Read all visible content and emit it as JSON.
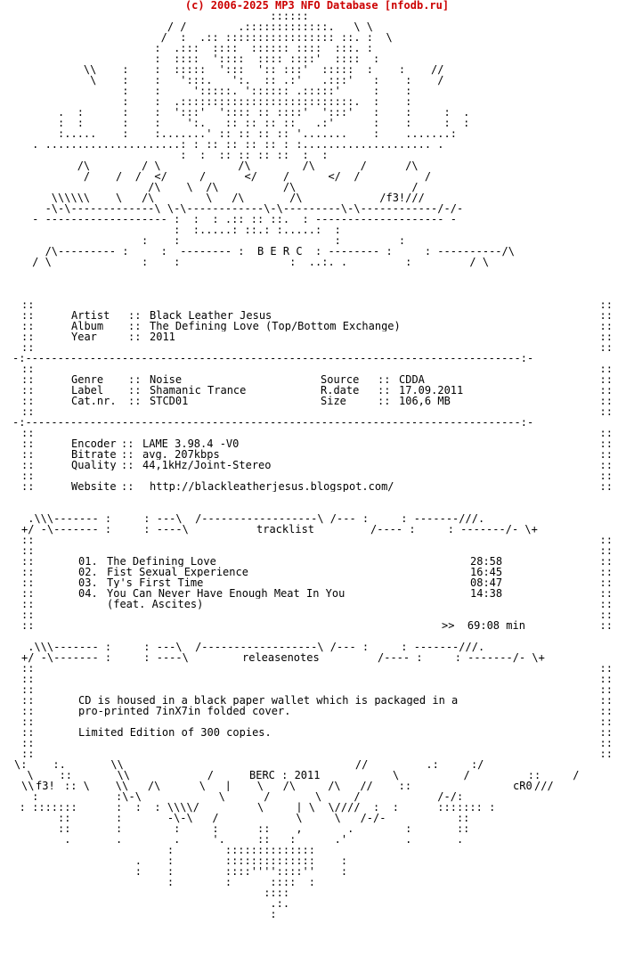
{
  "header": {
    "credit": "(c) 2006-2025 MP3 NFO Database [nfodb.ru]"
  },
  "ascii_art": [
    "",
    "                     _ ______ _           ::::::        _ ______ _",
    "                       ___/ /       _.:::::::::::::._  \\ \\___",
    "                         /  :  .:: ::::::::::::::::: ::. :  \\",
    "                        :  .:::  ::::  :::::: ::::  :::. :",
    "           _ ______     :  ::::  '::::  :::: ::::'  ::::  :     ______ _",
    "             \\\\    :    :  :::::  ':::  ':: :::'  :::::  :    :    //",
    "              \\    :    :   ':::.   ':.  :: .:'   .:::'   :    :    /",
    "                   :    :     ':::::. ':::::: .:::::'     :    :",
    "                   :    :  .:::::::::::::::::::::::::::.  :    :",
    "         .  :      :    :  ':::'  ':::: :: ::::'  ':::'   :    :     :  .",
    "         :  :      :    :    ':.   :: :: :: ::   .:'      :    :     :  :",
    "         :.....    :    :.......' :: :: :: :: '.......    :    .......:",
    "     . .....................: : :: :: :: :: : :.................... .",
    "                            :  :  :: :: :: ::  :  :",
    "       _ ___/\\ __    _/ \\ __  _______/\\  __  __/\\  ____ /______/\\__ _",
    "          ___/  __/  /  </  ___/ __   </  __/   __ </  /   _______/",
    "      _ _  ____ _______/\\____\\__/\\__________/\\_ _  _____________/ _",
    "        \\\\\\\\\\\\____\\___/\\________\\___/\\_______/\\____________/f3!///",
    "     _ -\\-\\-------------\\_\\-\\------------\\-\\---------\\-\\------------/-/- _",
    "     - ------------------- :  :  : .:: :: ::.  : -------------------- -",
    "                           :  :.....: ::.: :.....:  :",
    "       ___ _          :    :                        :         :     _ ___",
    "      _/\\--------- :     :  -------- :  B E R C  : -------- :     : ----------/\\_",
    "     /_\\              :    :                 :  ..:. .         :         /_\\"
  ],
  "release": {
    "artist": {
      "label": "Artist",
      "value": "Black Leather Jesus"
    },
    "album": {
      "label": "Album",
      "value": "The Defining Love (Top/Bottom Exchange)"
    },
    "year": {
      "label": "Year",
      "value": "2011"
    },
    "genre": {
      "label": "Genre",
      "value": "Noise"
    },
    "label": {
      "label": "Label",
      "value": "Shamanic Trance"
    },
    "catnr": {
      "label": "Cat.nr.",
      "value": "STCD01"
    },
    "source": {
      "label": "Source",
      "value": "CDDA"
    },
    "rdate": {
      "label": "R.date",
      "value": "17.09.2011"
    },
    "size": {
      "label": "Size",
      "value": "106,6 MB"
    },
    "encoder": {
      "label": "Encoder",
      "value": "LAME 3.98.4 -V0"
    },
    "bitrate": {
      "label": "Bitrate",
      "value": "avg. 207kbps"
    },
    "quality": {
      "label": "Quality",
      "value": "44,1kHz/Joint-Stereo"
    },
    "website": {
      "label": "Website",
      "value": "http://blackleatherjesus.blogspot.com/"
    }
  },
  "tracklist": {
    "title": "tracklist",
    "tracks": [
      {
        "num": "01.",
        "title": "The Defining Love",
        "time": "28:58"
      },
      {
        "num": "02.",
        "title": "Fist Sexual Experience",
        "time": "16:45"
      },
      {
        "num": "03.",
        "title": "Ty's First Time",
        "time": "08:47"
      },
      {
        "num": "04.",
        "title": "You Can Never Have Enough Meat In You",
        "time": "14:38"
      }
    ],
    "feat": "(feat. Ascites)",
    "total_line": "______",
    "total": ">>  69:08 min"
  },
  "notes": {
    "title": "releasenotes",
    "lines": [
      "CD is housed in a black paper wallet which is packaged in a",
      "pro-printed 7inX7in folded cover.",
      "Limited Edition of 300 copies."
    ]
  },
  "footer": {
    "credit": "BERC : 2011",
    "left_tag": "f3!",
    "right_tag": "cR0"
  }
}
